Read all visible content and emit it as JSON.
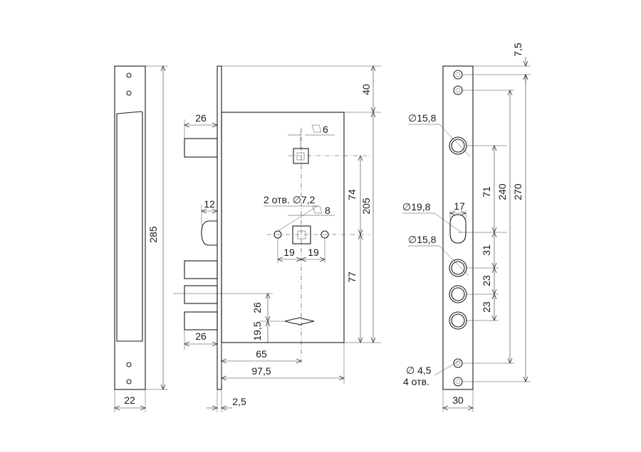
{
  "drawing": {
    "faceplate_left": {
      "height": "285",
      "width": "22"
    },
    "lock_body": {
      "bolt_top_length": "26",
      "bolt_bottom_length": "26",
      "latch_width": "12",
      "spindle_square": "6",
      "cylinder_square": "8",
      "holes_note": "2 отв.",
      "hole_diameter": "∅7,2",
      "hole_offset_left": "19",
      "hole_offset_right": "19",
      "top_offset": "40",
      "spindle_to_cylinder": "74",
      "total_height": "205",
      "cylinder_to_bottom": "77",
      "key_slot_pitch": "26",
      "key_slot_offset": "19,5",
      "backset": "65",
      "body_depth": "97,5",
      "plate_thickness": "2,5"
    },
    "strike_plate": {
      "top_gap": "7,5",
      "upper_hole": "∅15,8",
      "cylinder_hole": "∅19,8",
      "cylinder_width": "17",
      "lower_hole": "∅15,8",
      "small_holes_d": "∅ 4,5",
      "small_holes_count": "4 отв.",
      "dim_71": "71",
      "dim_240": "240",
      "dim_270": "270",
      "dim_31": "31",
      "dim_23a": "23",
      "dim_23b": "23",
      "width": "30"
    }
  }
}
